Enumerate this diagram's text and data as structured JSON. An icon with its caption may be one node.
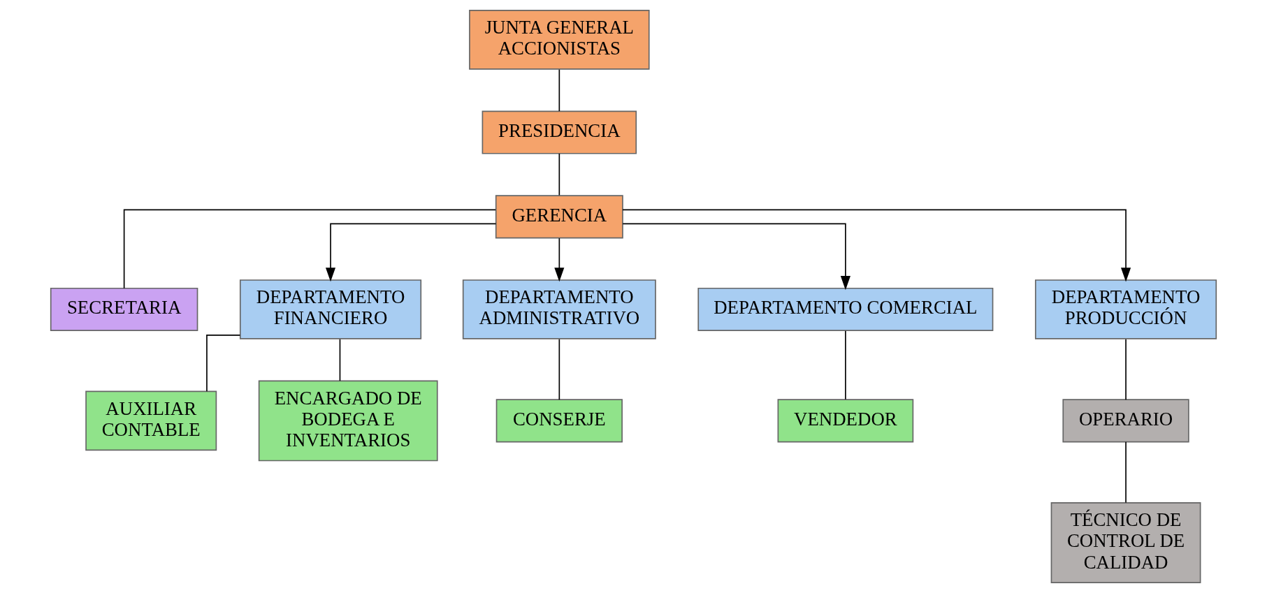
{
  "diagram": {
    "nodes": [
      {
        "text": [
          "JUNTA GENERAL ACCIONISTAS"
        ]
      },
      {
        "text": [
          "PRESIDENCIA"
        ]
      },
      {
        "text": [
          "GERENCIA"
        ]
      },
      {
        "text": [
          "SECRETARIA"
        ]
      },
      {
        "text": [
          "DEPARTAMENTO FINANCIERO"
        ]
      },
      {
        "text": [
          "DEPARTAMENTO ADMINISTRATIVO"
        ]
      },
      {
        "text": [
          "DEPARTAMENTO COMERCIAL"
        ]
      },
      {
        "text": [
          "DEPARTAMENTO PRODUCCIÓN"
        ]
      },
      {
        "text": [
          "AUXILIAR CONTABLE"
        ]
      },
      {
        "text": [
          "ENCARGADO DE BODEGA E INVENTARIOS"
        ]
      },
      {
        "text": [
          "CONSERJE"
        ]
      },
      {
        "text": [
          "VENDEDOR"
        ]
      },
      {
        "text": [
          "OPERARIO"
        ]
      },
      {
        "text": [
          "TÉCNICO DE CONTROL DE CALIDAD"
        ]
      }
    ],
    "edges": [
      {
        "from": 0,
        "to": 1,
        "arrow": "none"
      },
      {
        "from": 1,
        "to": 2,
        "arrow": "none"
      },
      {
        "from": 2,
        "to": 3,
        "arrow": "none"
      },
      {
        "from": 2,
        "to": 4,
        "arrow": "to"
      },
      {
        "from": 2,
        "to": 5,
        "arrow": "to"
      },
      {
        "from": 2,
        "to": 6,
        "arrow": "to"
      },
      {
        "from": 2,
        "to": 7,
        "arrow": "to"
      },
      {
        "from": 4,
        "to": 8,
        "arrow": "none"
      },
      {
        "from": 4,
        "to": 9,
        "arrow": "none"
      },
      {
        "from": 5,
        "to": 10,
        "arrow": "none"
      },
      {
        "from": 6,
        "to": 11,
        "arrow": "none"
      },
      {
        "from": 7,
        "to": 12,
        "arrow": "none"
      },
      {
        "from": 12,
        "to": 13,
        "arrow": "none"
      }
    ]
  }
}
